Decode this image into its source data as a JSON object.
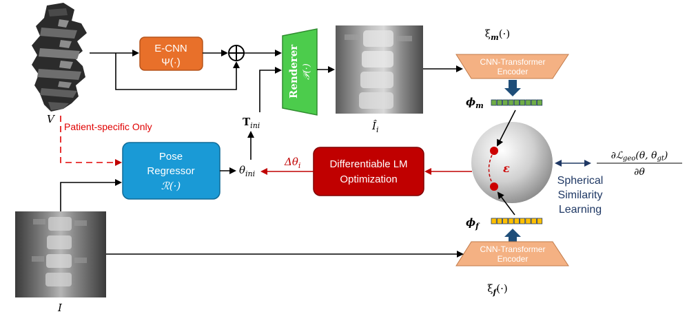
{
  "inputs": {
    "volume_label": "V",
    "xray_label": "I",
    "rendered_label": "Î",
    "rendered_sub": "i"
  },
  "ecnn": {
    "title": "E-CNN",
    "func": "Ψ(·)"
  },
  "renderer": {
    "title": "Renderer",
    "func": "𝒫(·)"
  },
  "transform": {
    "label": "T",
    "sub": "ini"
  },
  "pose_regressor": {
    "line1": "Pose",
    "line2": "Regressor",
    "func": "ℛ(·)"
  },
  "theta_ini": {
    "symbol": "θ",
    "sub": "ini"
  },
  "delta_theta": {
    "symbol": "Δθ",
    "sub": "i"
  },
  "lm_optimization": {
    "line1": "Differentiable LM",
    "line2": "Optimization"
  },
  "patient_specific": "Patient-specific Only",
  "encoder_m": {
    "line1": "CNN-Transformer",
    "line2": "Encoder",
    "xi_label": "ξ",
    "xi_sub": "m",
    "xi_args": "(·)"
  },
  "encoder_f": {
    "line1": "CNN-Transformer",
    "line2": "Encoder",
    "xi_label": "ξ",
    "xi_sub": "f",
    "xi_args": "(·)"
  },
  "phi_m": {
    "symbol": "ϕ",
    "sub": "m"
  },
  "phi_f": {
    "symbol": "ϕ",
    "sub": "f"
  },
  "epsilon": "ε",
  "spherical": {
    "line1": "Spherical",
    "line2": "Similarity",
    "line3": "Learning"
  },
  "gradient": {
    "numerator": "∂ℒ",
    "num_sub": "geo",
    "num_args": "(θ, θ",
    "num_args_sub": "gt",
    "num_close": ")",
    "denominator": "∂θ"
  },
  "colors": {
    "ecnn": "#e8702a",
    "renderer": "#4ccc4c",
    "pose": "#1a9ad6",
    "lm": "#c00000",
    "encoder": "#f4b183",
    "feature_m": "#70ad47",
    "feature_f": "#ffc000",
    "arrow_red": "#c00000",
    "arrow_navy": "#1f3864",
    "text_red": "#e00000",
    "text_navy": "#1f3864",
    "link_teal": "#1f4e79"
  }
}
